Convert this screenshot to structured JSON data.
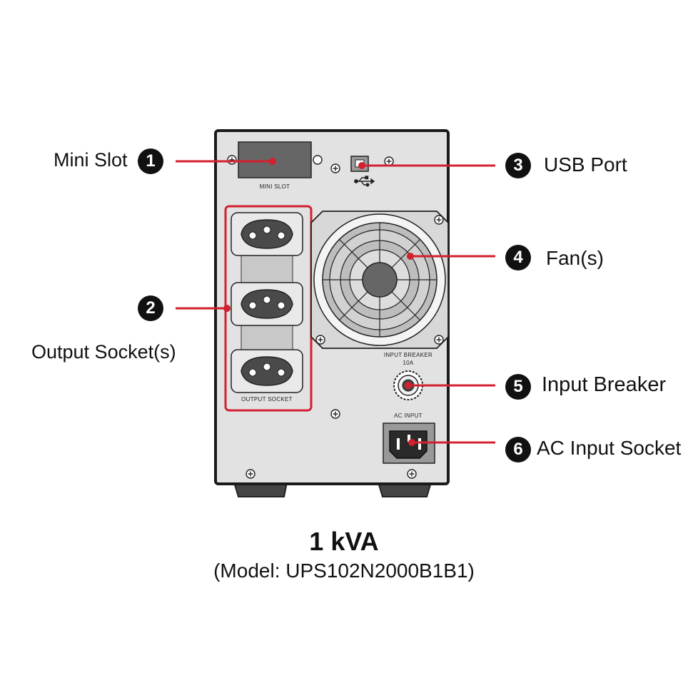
{
  "colors": {
    "accent": "#d3202f",
    "panel": "#e2e2e2",
    "outline": "#1a1a1a",
    "socket_dark": "#4a4a4a"
  },
  "callouts": [
    {
      "number": "1",
      "label": "Mini Slot"
    },
    {
      "number": "2",
      "label": "Output Socket(s)"
    },
    {
      "number": "3",
      "label": "USB Port"
    },
    {
      "number": "4",
      "label": "Fan(s)"
    },
    {
      "number": "5",
      "label": "Input Breaker"
    },
    {
      "number": "6",
      "label": "AC Input Socket"
    }
  ],
  "panel_labels": {
    "mini_slot": "MINI SLOT",
    "output_socket": "OUTPUT SOCKET",
    "input_breaker": "INPUT BREAKER",
    "breaker_rating": "10A",
    "ac_input": "AC INPUT"
  },
  "icons": {
    "usb": "usb-icon",
    "screw": "screw-icon",
    "fan": "fan-icon",
    "plug": "plug-icon"
  },
  "caption": {
    "title": "1 kVA",
    "model": "(Model: UPS102N2000B1B1)"
  }
}
